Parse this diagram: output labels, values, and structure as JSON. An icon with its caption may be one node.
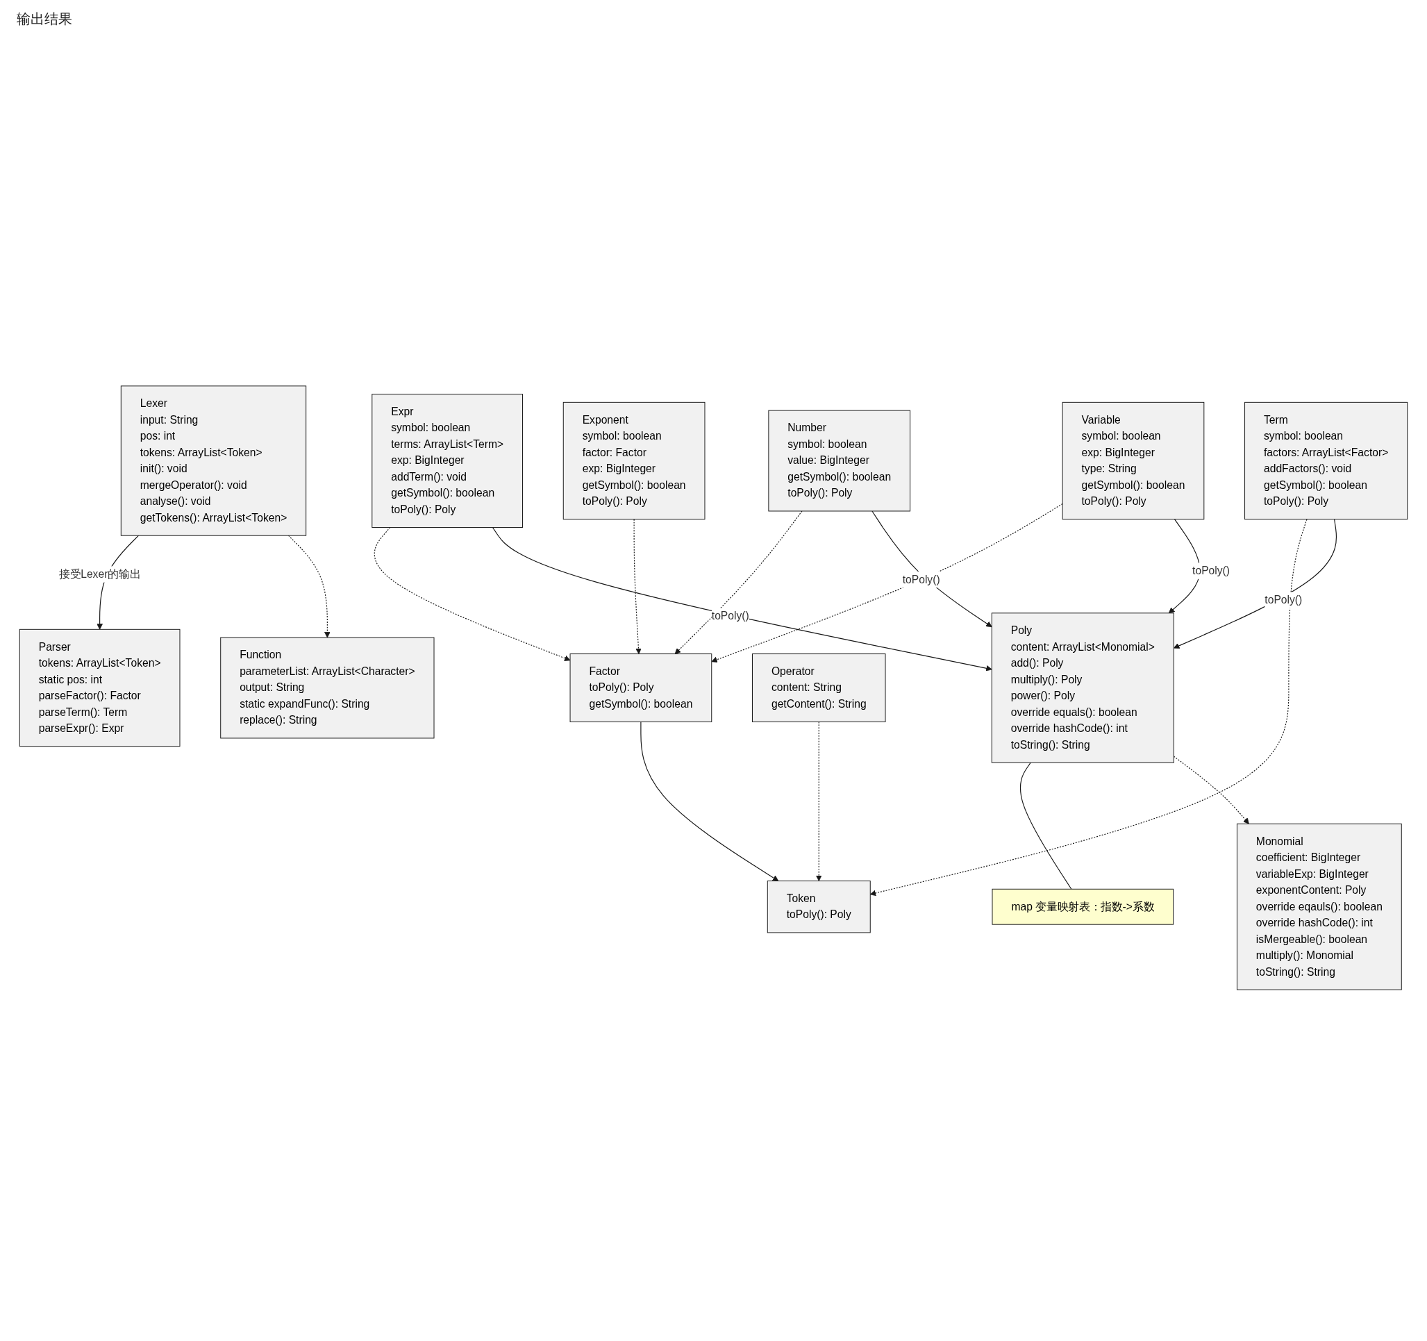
{
  "diagram": {
    "nodes": [
      {
        "text": [
          "Lexer",
          "input: String",
          "pos: int",
          "tokens: ArrayList<Token>",
          "init(): void",
          "mergeOperator(): void",
          "analyse(): void",
          "getTokens(): ArrayList<Token>"
        ]
      },
      {
        "text": [
          "Token",
          "toPoly(): Poly"
        ]
      },
      {
        "text": [
          "Parser",
          "tokens: ArrayList<Token>",
          "static pos: int",
          "parseFactor(): Factor",
          "parseTerm(): Term",
          "parseExpr(): Expr"
        ]
      },
      {
        "text": [
          "Function",
          "parameterList: ArrayList<Character>",
          "output: String",
          "static expandFunc(): String",
          "replace(): String"
        ]
      },
      {
        "text": [
          "Factor",
          "toPoly(): Poly",
          "getSymbol(): boolean"
        ]
      },
      {
        "text": [
          "Operator",
          "content: String",
          "getContent(): String"
        ]
      },
      {
        "text": [
          "Term",
          "symbol: boolean",
          "factors: ArrayList<Factor>",
          "addFactors(): void",
          "getSymbol(): boolean",
          "toPoly(): Poly"
        ]
      },
      {
        "text": [
          "Expr",
          "symbol: boolean",
          "terms: ArrayList<Term>",
          "exp: BigInteger",
          "addTerm(): void",
          "getSymbol(): boolean",
          "toPoly(): Poly"
        ]
      },
      {
        "text": [
          "Number",
          "symbol: boolean",
          "value: BigInteger",
          "getSymbol(): boolean",
          "toPoly(): Poly"
        ]
      },
      {
        "text": [
          "Variable",
          "symbol: boolean",
          "exp: BigInteger",
          "type: String",
          "getSymbol(): boolean",
          "toPoly(): Poly"
        ]
      },
      {
        "text": [
          "Exponent",
          "symbol: boolean",
          "factor: Factor",
          "exp: BigInteger",
          "getSymbol(): boolean",
          "toPoly(): Poly"
        ]
      },
      {
        "text": [
          "Poly",
          "content: ArrayList<Monomial>",
          "add(): Poly",
          "multiply(): Poly",
          "power(): Poly",
          "override equals(): boolean",
          "override hashCode(): int",
          "toString(): String"
        ]
      },
      {
        "text": [
          "map 变量映射表：指数->系数"
        ]
      },
      {
        "text": [
          "Monomial",
          "coefficient: BigInteger",
          "variableExp: BigInteger",
          "exponentContent: Poly",
          "override eqauls(): boolean",
          "override hashCode(): int",
          "isMergeable(): boolean",
          "multiply(): Monomial",
          "toString(): String"
        ]
      }
    ],
    "edges": [
      {
        "from": 4,
        "to": 1,
        "arrow": "to"
      },
      {
        "from": 5,
        "to": 1,
        "arrow": "to",
        "style": "dashed"
      },
      {
        "from": 6,
        "to": 1,
        "arrow": "to",
        "style": "dashed"
      },
      {
        "from": 0,
        "to": 2,
        "arrow": "to",
        "label": "接受Lexer的输出"
      },
      {
        "from": 0,
        "to": 3,
        "arrow": "to",
        "style": "dashed"
      },
      {
        "from": 7,
        "to": 4,
        "arrow": "to",
        "style": "dashed"
      },
      {
        "from": 8,
        "to": 4,
        "arrow": "to",
        "style": "dashed"
      },
      {
        "from": 9,
        "to": 4,
        "arrow": "to",
        "style": "dashed"
      },
      {
        "from": 10,
        "to": 4,
        "arrow": "to",
        "style": "dashed"
      },
      {
        "from": 7,
        "to": 11,
        "arrow": "to",
        "label": "toPoly()"
      },
      {
        "from": 8,
        "to": 11,
        "arrow": "to",
        "label": "toPoly()"
      },
      {
        "from": 9,
        "to": 11,
        "arrow": "to",
        "label": "toPoly()"
      },
      {
        "from": 6,
        "to": 11,
        "arrow": "to",
        "label": "toPoly()"
      },
      {
        "from": 11,
        "to": 12,
        "arrow": "none"
      },
      {
        "from": 11,
        "to": 13,
        "arrow": "to",
        "style": "dashed"
      }
    ],
    "labels": [
      "输出结果"
    ]
  }
}
